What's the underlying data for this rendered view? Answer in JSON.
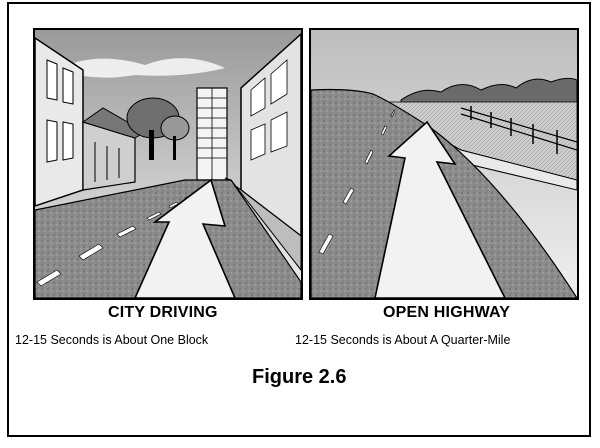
{
  "panels": {
    "city": {
      "title": "CITY DRIVING",
      "caption": "12-15 Seconds is About One Block",
      "illustration": "city-street-illustration"
    },
    "highway": {
      "title": "OPEN HIGHWAY",
      "caption": "12-15 Seconds is About A Quarter-Mile",
      "illustration": "open-highway-illustration"
    }
  },
  "figure": {
    "label": "Figure 2.6"
  },
  "colors": {
    "ink": "#000000",
    "road": "#8a8a8a",
    "sky": "#d9d9d9",
    "arrow": "#f2f2f2"
  }
}
